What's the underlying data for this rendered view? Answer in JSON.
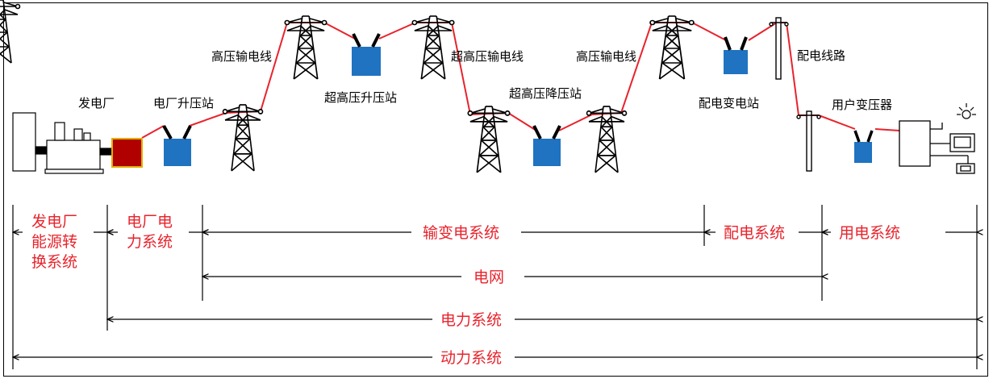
{
  "diagram": {
    "component_labels": {
      "power_plant": "发电厂",
      "plant_step_up": "电厂升压站",
      "hv_line_1": "高压输电线",
      "ehv_step_up": "超高压升压站",
      "ehv_line": "超高压输电线",
      "ehv_step_down": "超高压降压站",
      "hv_line_2": "高压输电线",
      "distribution_substation": "配电变电站",
      "distribution_line": "配电线路",
      "user_transformer": "用户变压器"
    },
    "systems": {
      "energy_conversion": [
        "发电厂",
        "能源转",
        "换系统"
      ],
      "plant_electrical": [
        "电厂电",
        "力系统"
      ],
      "transmission": "输变电系统",
      "distribution": "配电系统",
      "consumption": "用电系统",
      "grid": "电网",
      "power_system": "电力系统",
      "power_total": "动力系统"
    },
    "colors": {
      "line": "#e8232c",
      "transformer": "#1f73c0",
      "generator": "#b00000",
      "generator_border": "#e0b000",
      "system_text": "#e8232c"
    }
  }
}
